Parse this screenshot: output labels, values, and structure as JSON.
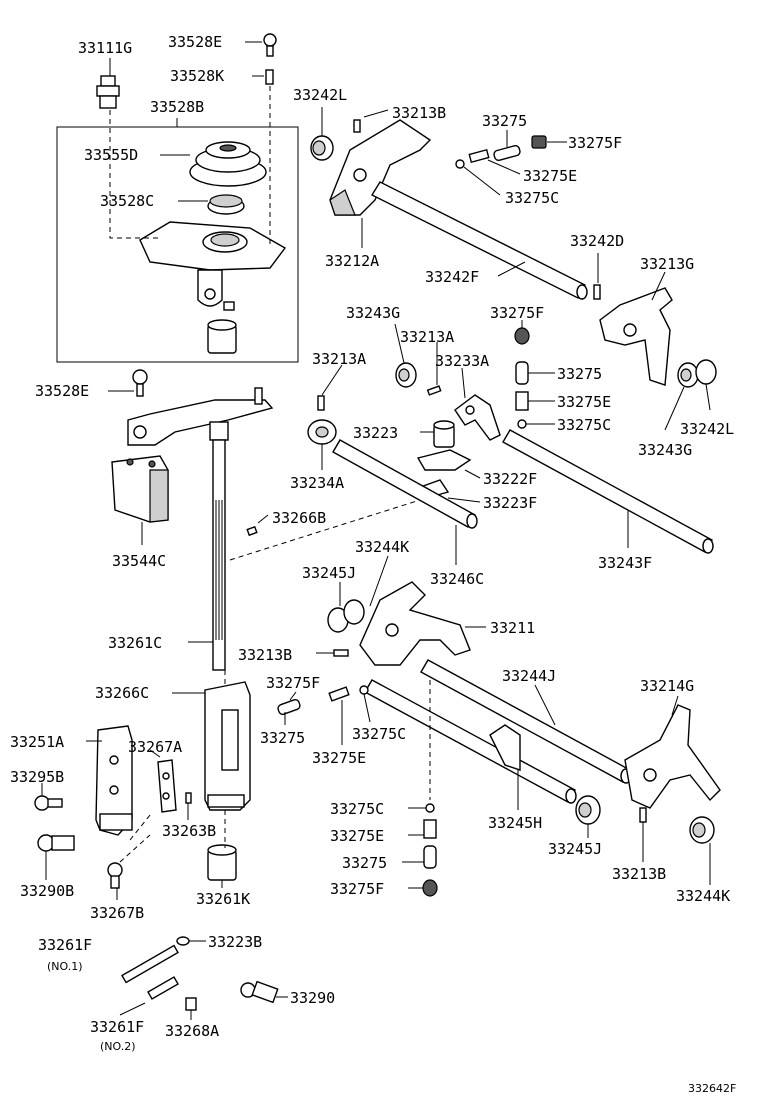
{
  "labels": {
    "p33111G": "33111G",
    "p33528E_top": "33528E",
    "p33528K": "33528K",
    "p33528B": "33528B",
    "p33555D": "33555D",
    "p33528C": "33528C",
    "p33528E_mid": "33528E",
    "p33544C": "33544C",
    "p33266B": "33266B",
    "p33261C": "33261C",
    "p33266C": "33266C",
    "p33251A": "33251A",
    "p33267A": "33267A",
    "p33295B": "33295B",
    "p33263B": "33263B",
    "p33290B": "33290B",
    "p33267B": "33267B",
    "p33261K": "33261K",
    "p33261F_1": "33261F",
    "p33261F_1_note": "(NO.1)",
    "p33223B": "33223B",
    "p33290": "33290",
    "p33261F_2": "33261F",
    "p33261F_2_note": "(NO.2)",
    "p33268A": "33268A",
    "p33242L_top": "33242L",
    "p33213B_top": "33213B",
    "p33275_top": "33275",
    "p33275F_top": "33275F",
    "p33275E_top": "33275E",
    "p33275C_top": "33275C",
    "p33212A": "33212A",
    "p33242F": "33242F",
    "p33242D": "33242D",
    "p33213G": "33213G",
    "p33243G_top": "33243G",
    "p33213A_mid": "33213A",
    "p33275F_mid": "33275F",
    "p33213A_left": "33213A",
    "p33233A": "33233A",
    "p33275_mid": "33275",
    "p33275E_mid": "33275E",
    "p33242L_right": "33242L",
    "p33275C_mid": "33275C",
    "p33223": "33223",
    "p33243G_right": "33243G",
    "p33222F": "33222F",
    "p33234A": "33234A",
    "p33223F": "33223F",
    "p33243F": "33243F",
    "p33244K_top": "33244K",
    "p33245J_top": "33245J",
    "p33246C": "33246C",
    "p33211": "33211",
    "p33213B_mid": "33213B",
    "p33244J": "33244J",
    "p33275F_low": "33275F",
    "p33214G": "33214G",
    "p33275_low": "33275",
    "p33275C_low": "33275C",
    "p33275E_low": "33275E",
    "p33275C_bot": "33275C",
    "p33245H": "33245H",
    "p33275E_bot": "33275E",
    "p33245J_bot": "33245J",
    "p33275_bot": "33275",
    "p33213B_bot": "33213B",
    "p33275F_bot": "33275F",
    "p33244K_bot": "33244K",
    "diagram_code": "332642F"
  }
}
